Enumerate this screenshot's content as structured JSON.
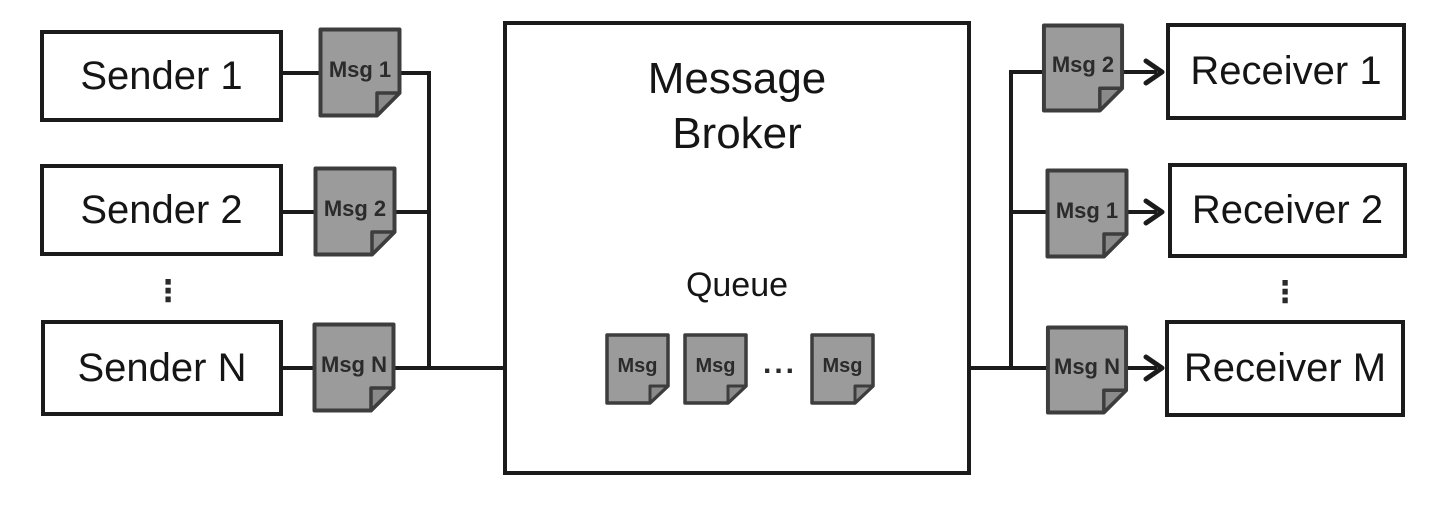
{
  "senders": {
    "ellipsis": "⋮",
    "items": [
      {
        "label": "Sender 1",
        "msg": "Msg 1"
      },
      {
        "label": "Sender 2",
        "msg": "Msg 2"
      },
      {
        "label": "Sender N",
        "msg": "Msg N"
      }
    ]
  },
  "broker": {
    "title_line1": "Message",
    "title_line2": "Broker",
    "queue": {
      "label": "Queue",
      "items": [
        "Msg",
        "Msg",
        "Msg"
      ],
      "ellipsis": "..."
    }
  },
  "receivers": {
    "ellipsis": "⋮",
    "items": [
      {
        "label": "Receiver 1",
        "msg": "Msg 2"
      },
      {
        "label": "Receiver 2",
        "msg": "Msg 1"
      },
      {
        "label": "Receiver M",
        "msg": "Msg N"
      }
    ]
  },
  "colors": {
    "line": "#1b1b1b",
    "document_fill": "#9b9b9b",
    "document_fold_fill": "#8a8a8a",
    "document_stroke": "#3d3d3d",
    "background": "#ffffff",
    "text": "#151515"
  }
}
